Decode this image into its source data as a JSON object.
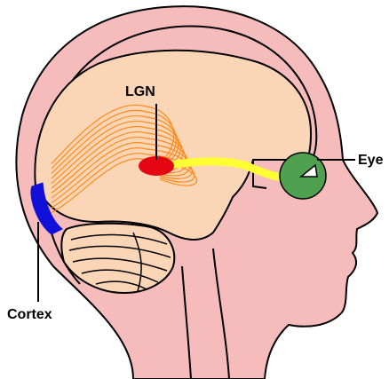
{
  "labels": {
    "lgn": "LGN",
    "eye": "Eye",
    "cortex": "Cortex"
  },
  "colors": {
    "skin": "#f6bcbc",
    "brain": "#fbd6b6",
    "outline": "#000000",
    "lgn": "#e40613",
    "optic_tract": "#ffff33",
    "radiations": "#ff8a1c",
    "eye": "#4fa04f",
    "cortex": "#1010d8"
  }
}
